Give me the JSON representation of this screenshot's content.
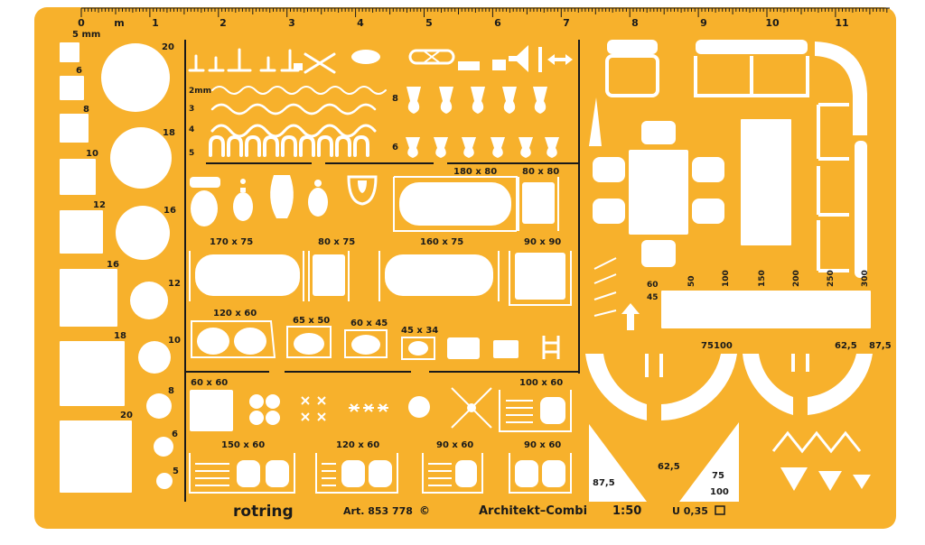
{
  "colors": {
    "plate": "#F7B12C",
    "cutout": "#FFFFFF",
    "ink": "#1A1A1A",
    "bg": "#FFFFFF"
  },
  "ruler": {
    "numbers": [
      "0",
      "1",
      "2",
      "3",
      "4",
      "5",
      "6",
      "7",
      "8",
      "9",
      "10",
      "11"
    ],
    "unit_m": "m",
    "unit_5mm": "5 mm"
  },
  "squares": [
    "6",
    "8",
    "10",
    "12",
    "16",
    "18",
    "20"
  ],
  "circles": [
    "20",
    "18",
    "16",
    "12",
    "10",
    "8",
    "6",
    "5"
  ],
  "line_widths": [
    "2mm",
    "3",
    "4",
    "5"
  ],
  "lamp_rows": [
    "8",
    "6"
  ],
  "labels": {
    "t1": "180 x 80",
    "t2": "80 x 80",
    "b1": "170 x 75",
    "b2": "80 x 75",
    "b3": "160 x 75",
    "b4": "90 x 90",
    "s1": "120 x 60",
    "s2": "65 x 50",
    "s3": "60 x 45",
    "s4": "45 x 34",
    "k1": "60 x 60",
    "k2": "100 x 60",
    "k3": "150 x 60",
    "k4": "120 x 60",
    "k5": "90 x 60",
    "k6": "90 x 60"
  },
  "right_scale": {
    "ticks": [
      "60",
      "50",
      "100",
      "150",
      "200",
      "250",
      "300"
    ],
    "left_label": "45"
  },
  "door_labels": {
    "d1": "75",
    "d2": "100",
    "d3": "62,5",
    "d4": "87,5"
  },
  "bottom_labels": {
    "b1": "87,5",
    "b2": "62,5",
    "b3": "75",
    "b4": "100"
  },
  "footer": {
    "brand": "rotring",
    "art": "Art. 853 778",
    "copyright": "©",
    "product": "Architekt–Combi",
    "scale": "1:50",
    "spec": "U 0,35"
  }
}
